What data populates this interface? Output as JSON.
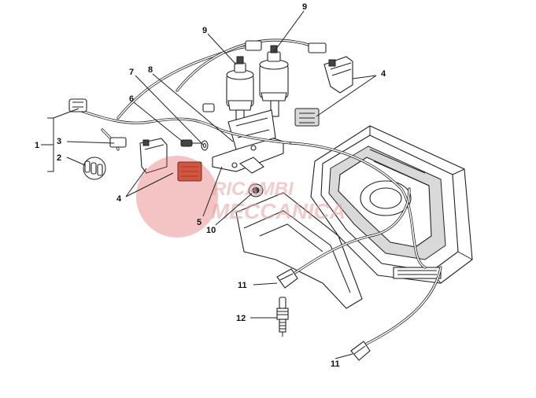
{
  "diagram": {
    "callouts": {
      "c1": "1",
      "c2": "2",
      "c3": "3",
      "c4a": "4",
      "c4b": "4",
      "c5": "5",
      "c6": "6",
      "c7": "7",
      "c8": "8",
      "c9a": "9",
      "c9b": "9",
      "c10": "10",
      "c11a": "11",
      "c11b": "11",
      "c12": "12"
    },
    "watermark": {
      "line1": "RICAMBI",
      "line2": "MECCANICA",
      "color": "#e05555"
    },
    "highlight_color": "#cc5533"
  }
}
